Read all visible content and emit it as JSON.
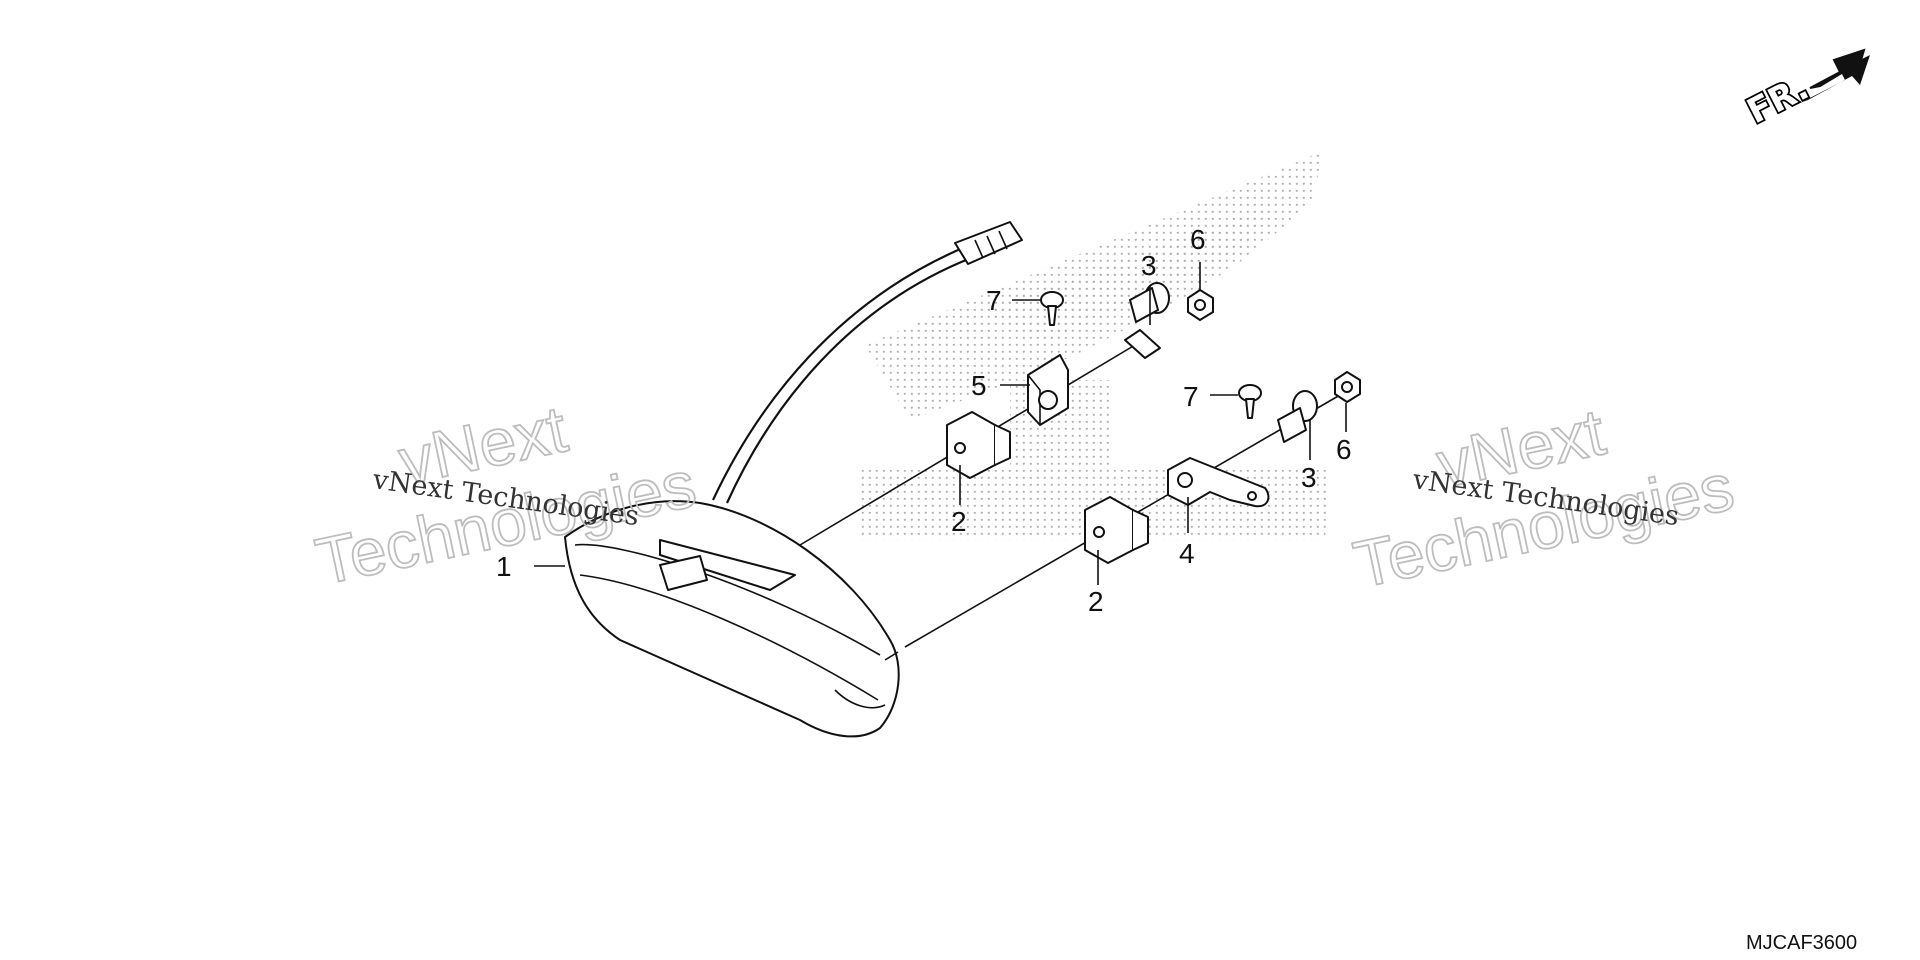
{
  "diagram": {
    "code": "MJCAF3600",
    "direction_label": "FR.",
    "watermark": {
      "line1": "vNext",
      "line2": "Technologies",
      "caption": "vNext Technologies"
    },
    "callouts": {
      "c1": "1",
      "c2a": "2",
      "c2b": "2",
      "c3a": "3",
      "c3b": "3",
      "c4": "4",
      "c5": "5",
      "c6a": "6",
      "c6b": "6",
      "c7a": "7",
      "c7b": "7"
    }
  },
  "colors": {
    "line": "#111111",
    "background": "#ffffff",
    "watermark_outline": "#bdbdbd",
    "dot_pattern": "#b0b0b0"
  }
}
